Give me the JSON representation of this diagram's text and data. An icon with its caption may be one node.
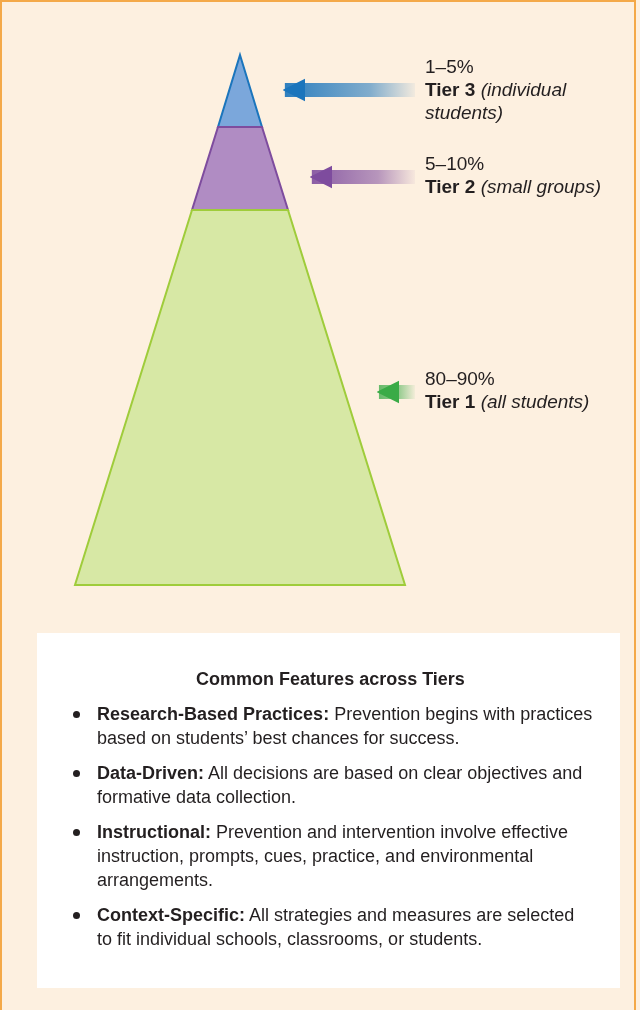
{
  "diagram": {
    "nodes": [
      {
        "text": [],
        "shape": "triangle"
      },
      {
        "text": [],
        "shape": "band"
      },
      {
        "text": [],
        "shape": "band"
      },
      {
        "text": [
          "1–5%",
          "**Tier 3** *(individual students)*"
        ]
      },
      {
        "text": [
          "5–10%",
          "**Tier 2** *(small groups)*"
        ]
      },
      {
        "text": [
          "80–90%",
          "**Tier 1** *(all students)*"
        ]
      },
      {
        "text": [
          "Common Features across Tiers",
          "**Research-Based Practices:** Prevention begins with practices based on students’ best chances for success.",
          "**Data-Driven:** All decisions are based on clear objectives and formative data collection.",
          "**Instructional:** Prevention and intervention involve effective instruction, prompts, cues, practice, and environmental arrangements.",
          "**Context-Specific:** All strategies and measures are selected to fit individual schools, classrooms, or students."
        ]
      }
    ],
    "edges": [
      {
        "from": 3,
        "to": 0,
        "arrow": "to",
        "color": "#1b75bc"
      },
      {
        "from": 4,
        "to": 1,
        "arrow": "to",
        "color": "#7e4c9e"
      },
      {
        "from": 5,
        "to": 2,
        "arrow": "to",
        "color": "#3aab47"
      }
    ]
  }
}
